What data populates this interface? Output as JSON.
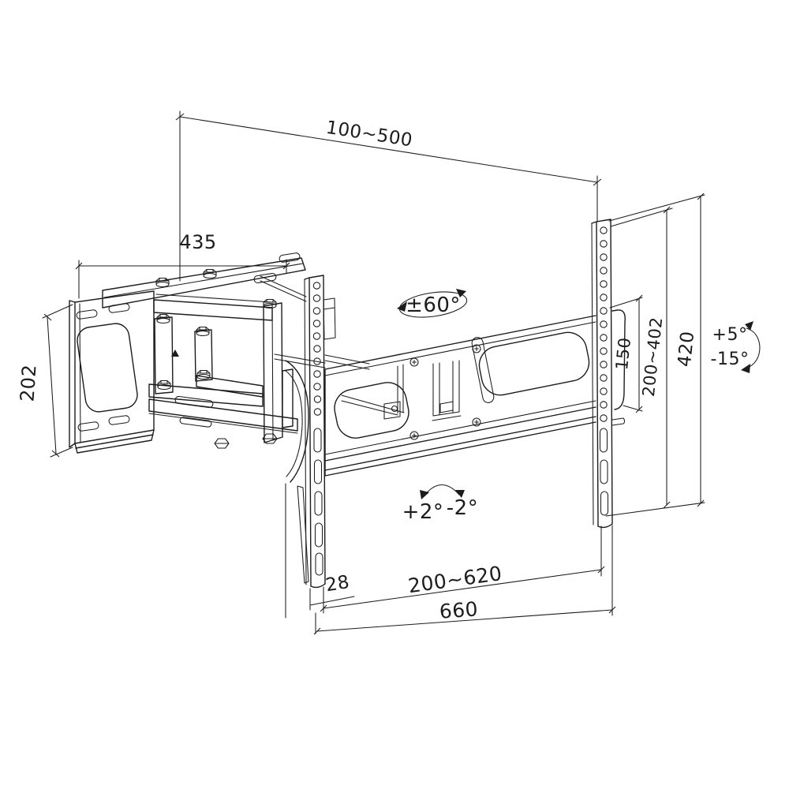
{
  "figure": {
    "kind": "technical line drawing",
    "subject": "full-motion articulating TV wall mount bracket",
    "background_color": "#ffffff",
    "line_color": "#1c1c1c"
  },
  "labels": {
    "extension_depth": "100~500",
    "wall_plate_width": "435",
    "wall_plate_height": "202",
    "swivel_range": "±60°",
    "vesa_spacing_min": "150",
    "vesa_height_range": "200~402",
    "bracket_height": "420",
    "tilt_up": "+5°",
    "tilt_down": "-15°",
    "level_plus": "+2°",
    "level_minus": "-2°",
    "rail_width": "28",
    "vesa_width_range": "200~620",
    "bracket_width": "660"
  }
}
